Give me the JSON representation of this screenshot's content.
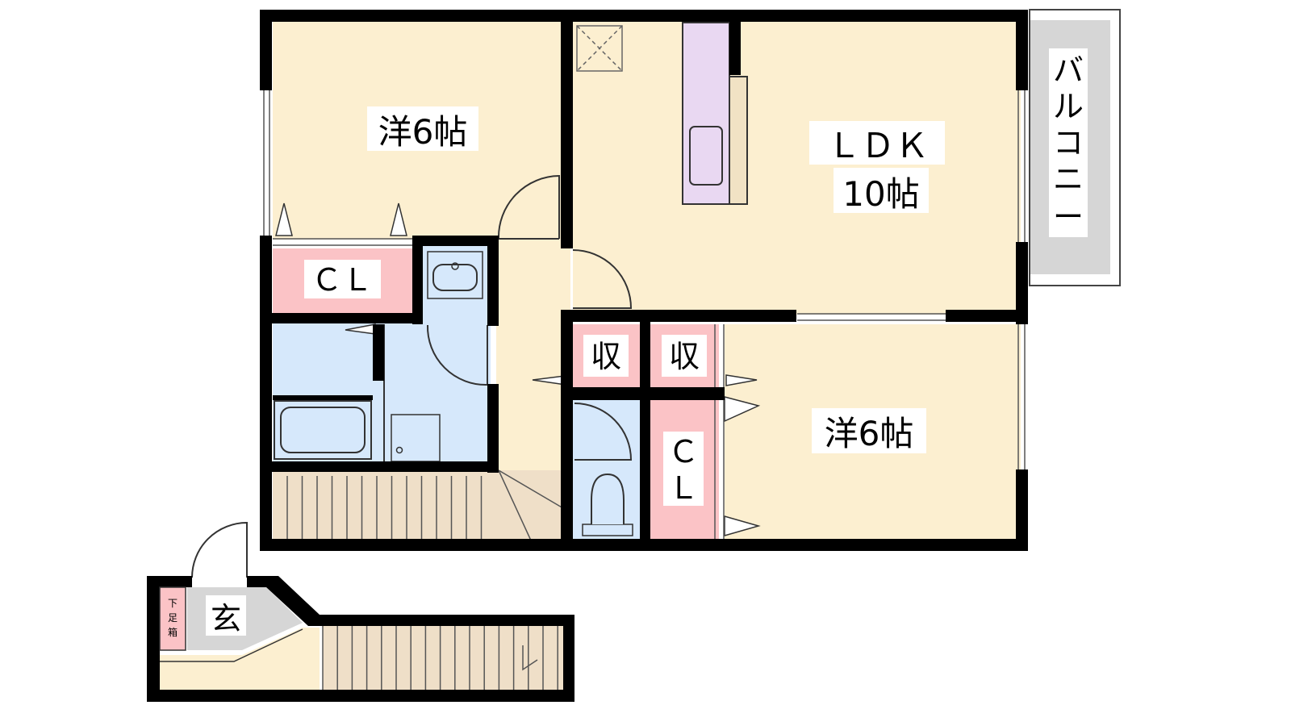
{
  "rooms": {
    "western_top": "洋6帖",
    "ldk_line1": "ＬＤＫ",
    "ldk_line2": "10帖",
    "balcony": [
      "バ",
      "ル",
      "コ",
      "ニ",
      "ー"
    ],
    "closet_top": "ＣＬ",
    "storage_1": "収",
    "storage_2": "収",
    "closet_right": [
      "Ｃ",
      "Ｌ"
    ],
    "western_right": "洋6帖",
    "entrance": "玄",
    "shoe_box": [
      "下",
      "足",
      "箱"
    ]
  },
  "colors": {
    "room": "#fcefd0",
    "wet": "#d6e8fb",
    "closet": "#fbc3c6",
    "stair": "#efdfc8",
    "balcony": "#d6d6d6",
    "kitchen": "#e9d8f2",
    "wall": "#000000"
  }
}
